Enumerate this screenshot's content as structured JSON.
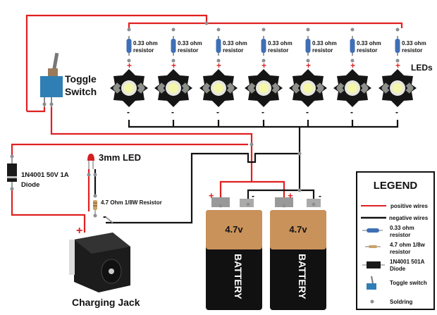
{
  "colors": {
    "positive_wire": "#e02020",
    "negative_wire": "#111111",
    "battery_top": "#c9925a",
    "battery_bottom": "#111111",
    "resistor": "#3f6fb5"
  },
  "toggle_switch": {
    "label_line1": "Toggle",
    "label_line2": "Switch"
  },
  "resistors": {
    "label_line1": "0.33 ohm",
    "label_line2": "resistor",
    "count": 7
  },
  "leds": {
    "label": "LEDs",
    "plus": "+",
    "minus": "-"
  },
  "diode": {
    "label_line1": "1N4001 50V 1A",
    "label_line2": "Diode"
  },
  "indicator_led": {
    "label": "3mm LED"
  },
  "small_resistor": {
    "label": "4.7 Ohm 1/8W Resistor"
  },
  "jack": {
    "label": "Charging Jack",
    "plus": "+",
    "minus": "-"
  },
  "batteries": [
    {
      "voltage": "4.7v",
      "brand": "BATTERY",
      "plus": "+",
      "minus": "-"
    },
    {
      "voltage": "4.7v",
      "brand": "BATTERY",
      "plus": "+",
      "minus": "-"
    }
  ],
  "legend": {
    "title": "LEGEND",
    "items": [
      {
        "icon": "red-line",
        "line1": "positive wires",
        "line2": ""
      },
      {
        "icon": "black-line",
        "line1": "negative wires",
        "line2": ""
      },
      {
        "icon": "blue-resistor",
        "line1": "0.33 ohm",
        "line2": "resistor"
      },
      {
        "icon": "small-resistor",
        "line1": "4.7 ohm 1/8w",
        "line2": "resistor"
      },
      {
        "icon": "diode",
        "line1": "1N4001 501A",
        "line2": "Diode"
      },
      {
        "icon": "toggle-switch",
        "line1": "Toggle switch",
        "line2": ""
      },
      {
        "icon": "solder-dot",
        "line1": "Soldring",
        "line2": ""
      }
    ]
  }
}
